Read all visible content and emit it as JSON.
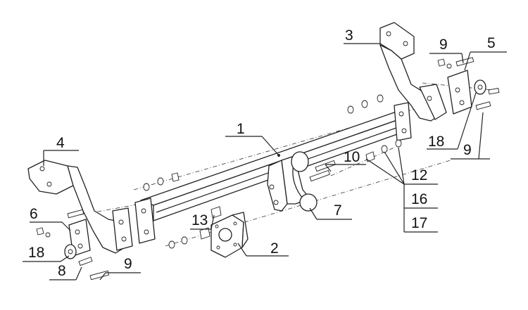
{
  "callouts": {
    "c1": "1",
    "c2": "2",
    "c3": "3",
    "c4": "4",
    "c5": "5",
    "c6": "6",
    "c7": "7",
    "c8": "8",
    "c9a": "9",
    "c9b": "9",
    "c9c": "9",
    "c10": "10",
    "c12": "12",
    "c13": "13",
    "c16": "16",
    "c17": "17",
    "c18a": "18",
    "c18b": "18"
  }
}
